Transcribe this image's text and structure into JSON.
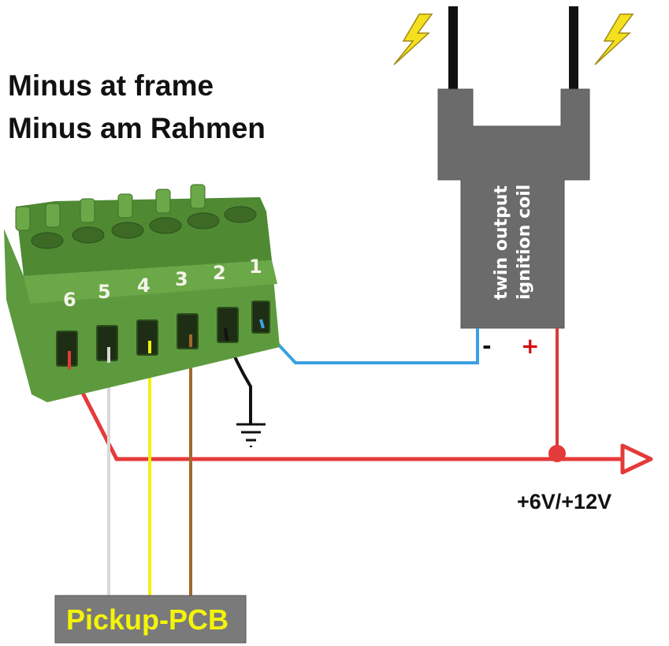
{
  "title": {
    "line1": "Minus at frame",
    "line2": "Minus am Rahmen"
  },
  "terminal_block": {
    "pins": [
      "6",
      "5",
      "4",
      "3",
      "2",
      "1"
    ]
  },
  "coil": {
    "label_line1": "twin output",
    "label_line2": "ignition coil",
    "minus_label": "-",
    "plus_label": "+"
  },
  "supply": {
    "label": "+6V/+12V"
  },
  "pickup": {
    "label": "Pickup-PCB"
  },
  "colors": {
    "terminal_green": "#5d9a3e",
    "coil_gray": "#6b6b6b",
    "wire_red": "#e53a3a",
    "wire_blue": "#3aa0e0",
    "wire_yellow": "#f2f20a",
    "wire_brown": "#a06a2a",
    "wire_white": "#d8d8d8",
    "wire_black": "#111111",
    "spark_yellow": "#f5e020",
    "pcb_gray": "#7a7a7a"
  },
  "icons": [
    "lightning-icon",
    "ground-symbol-icon",
    "arrow-right-icon",
    "junction-dot-icon"
  ]
}
